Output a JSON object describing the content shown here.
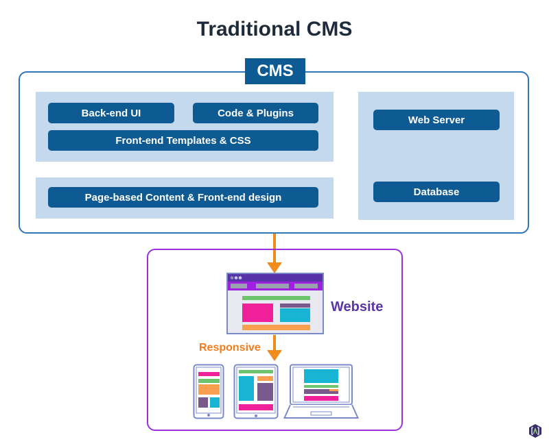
{
  "title": "Traditional CMS",
  "cms": {
    "label": "CMS",
    "left_panel_top": {
      "items": [
        "Back-end UI",
        "Code & Plugins",
        "Front-end Templates & CSS"
      ]
    },
    "left_panel_bottom": {
      "items": [
        "Page-based Content & Front-end design"
      ]
    },
    "right_panel": {
      "items": [
        "Web Server",
        "Database"
      ]
    }
  },
  "output": {
    "website_label": "Website",
    "responsive_label": "Responsive",
    "devices": [
      "phone-icon",
      "tablet-icon",
      "laptop-icon"
    ]
  },
  "colors": {
    "primary_blue": "#0e5a92",
    "panel_blue": "#c5d9ee",
    "border_blue": "#2e75b6",
    "purple_border": "#9b30d8",
    "arrow_orange": "#f08c1e",
    "website_text": "#5b36a5",
    "pink": "#f0209a",
    "cyan": "#18b4d4",
    "green": "#6cc46c",
    "orange": "#f8a050",
    "violet": "#7a5a8c"
  }
}
